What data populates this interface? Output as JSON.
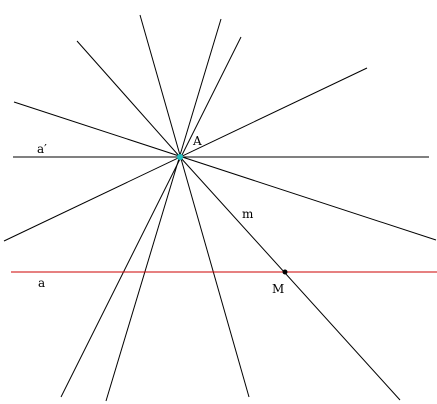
{
  "labels": {
    "point_a": "A",
    "line_a_prime": "a′",
    "line_m": "m",
    "line_a": "a",
    "point_m": "M"
  },
  "colors": {
    "line": "#000000",
    "parallel_line": "#cc0000",
    "point_a": "#20c0c0",
    "point_m": "#000000",
    "background": "#ffffff"
  }
}
